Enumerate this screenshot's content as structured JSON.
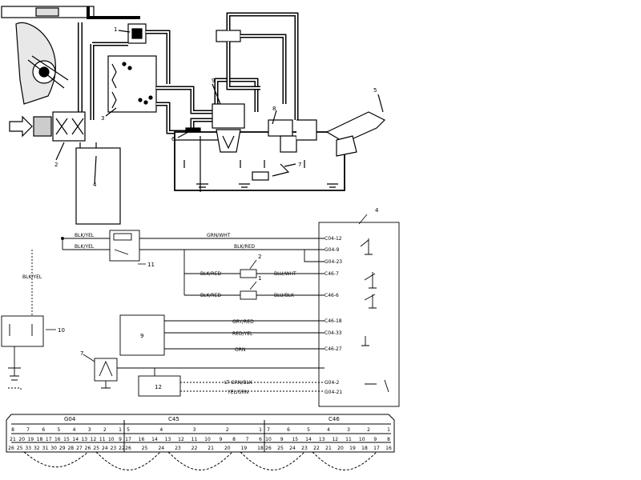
{
  "evap_system": {
    "callouts": [
      "1",
      "2",
      "3",
      "4",
      "5",
      "6",
      "7",
      "8",
      "9"
    ]
  },
  "wiring": {
    "ecm_number": "4",
    "wire_labels": [
      "BLK/YEL",
      "BLK/YEL",
      "GRN/WHT",
      "BLK/RED",
      "BLK/RED",
      "BLK/RED",
      "BLU/WHT",
      "BLU/BLK",
      "GRY/RED",
      "RED/YEL",
      "ORN",
      "LT GRN/BLK",
      "YEL/GRN",
      "BLK/YEL"
    ],
    "terminal_labels": [
      "C04-12",
      "G04-9",
      "G04-23",
      "C46-7",
      "C46-6",
      "C46-18",
      "C04-33",
      "C46-27",
      "G04-2",
      "G04-21"
    ],
    "component_numbers": [
      "11",
      "2",
      "1",
      "9",
      "10",
      "7",
      "12"
    ]
  },
  "connectors": {
    "names": [
      "G04",
      "C45",
      "C46"
    ],
    "g04_top_pins": [
      "8",
      "7",
      "6",
      "5",
      "4",
      "3",
      "2",
      "1"
    ],
    "g04_mid_pins": [
      "21",
      "20",
      "19",
      "18",
      "17",
      "16",
      "15",
      "14",
      "13",
      "12",
      "11",
      "10",
      "9"
    ],
    "g04_bottom_pins": [
      "26",
      "25",
      "33",
      "32",
      "31",
      "30",
      "29",
      "28",
      "27",
      "26",
      "25",
      "24",
      "23",
      "22"
    ],
    "c45_top_pins": [
      "5",
      "4",
      "3",
      "2",
      "1"
    ],
    "c45_mid_pins": [
      "17",
      "16",
      "14",
      "13",
      "12",
      "11",
      "10",
      "9",
      "8",
      "7",
      "6"
    ],
    "c45_bottom_pins": [
      "26",
      "25",
      "24",
      "23",
      "22",
      "21",
      "20",
      "19",
      "18"
    ],
    "c46_top_pins": [
      "7",
      "6",
      "5",
      "4",
      "3",
      "2",
      "1"
    ],
    "c46_mid_pins": [
      "10",
      "9",
      "15",
      "14",
      "13",
      "12",
      "11",
      "10",
      "9",
      "8"
    ],
    "c46_bottom_pins": [
      "26",
      "25",
      "24",
      "23",
      "22",
      "21",
      "20",
      "19",
      "18",
      "17",
      "16"
    ]
  }
}
